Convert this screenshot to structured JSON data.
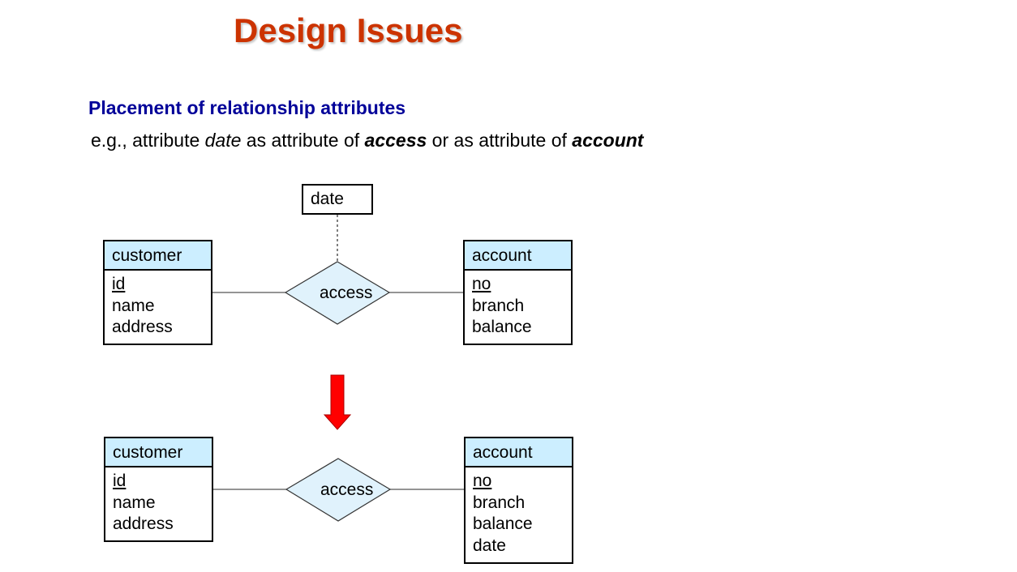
{
  "slide": {
    "title": "Design Issues",
    "subtitle": "Placement of relationship attributes",
    "example": {
      "prefix": "e.g., attribute ",
      "date": "date",
      "mid1": " as attribute of ",
      "access": "access",
      "mid2": " or as attribute of ",
      "account": "account"
    }
  },
  "diagram_top": {
    "relationship_attribute": "date",
    "customer": {
      "name": "customer",
      "attrs": [
        {
          "label": "id",
          "key": true
        },
        {
          "label": "name"
        },
        {
          "label": "address"
        }
      ]
    },
    "relationship": "access",
    "account": {
      "name": "account",
      "attrs": [
        {
          "label": "no",
          "key": true
        },
        {
          "label": "branch"
        },
        {
          "label": "balance"
        }
      ]
    }
  },
  "diagram_bottom": {
    "customer": {
      "name": "customer",
      "attrs": [
        {
          "label": "id",
          "key": true
        },
        {
          "label": "name"
        },
        {
          "label": "address"
        }
      ]
    },
    "relationship": "access",
    "account": {
      "name": "account",
      "attrs": [
        {
          "label": "no",
          "key": true
        },
        {
          "label": "branch"
        },
        {
          "label": "balance"
        },
        {
          "label": "date"
        }
      ]
    }
  },
  "colors": {
    "title": "#cc3300",
    "subtitle": "#000099",
    "entity_header": "#cceeff",
    "relationship_fill": "#e0f2fc",
    "arrow": "#ff0000"
  }
}
